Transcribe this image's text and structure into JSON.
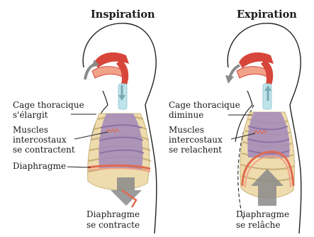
{
  "panels": [
    {
      "title": "Inspiration",
      "rib_label": [
        "Cage thoracique",
        "s'élargit"
      ],
      "muscle_label": [
        "Muscles",
        "intercostaux",
        "se contractent"
      ],
      "diaphragm_label": "Diaphragme",
      "bottom_label": [
        "Diaphragme",
        "se contracte"
      ]
    },
    {
      "title": "Expiration",
      "rib_label": [
        "Cage thoracique",
        "diminue"
      ],
      "muscle_label": [
        "Muscles",
        "intercostaux",
        "se relachent"
      ],
      "bottom_label": [
        "Diaphragme",
        "se relâche"
      ]
    }
  ],
  "colors": {
    "rib": "#efdcae",
    "rib_stroke": "#c8b27a",
    "lung": "#a78eb8",
    "lung_dark": "#8d73a3",
    "airway": "#d8453a",
    "airway_light": "#f1a38a",
    "trachea": "#bfe3ea",
    "arrow": "#8a8a8a",
    "diaphragm": "#e06a4e"
  }
}
